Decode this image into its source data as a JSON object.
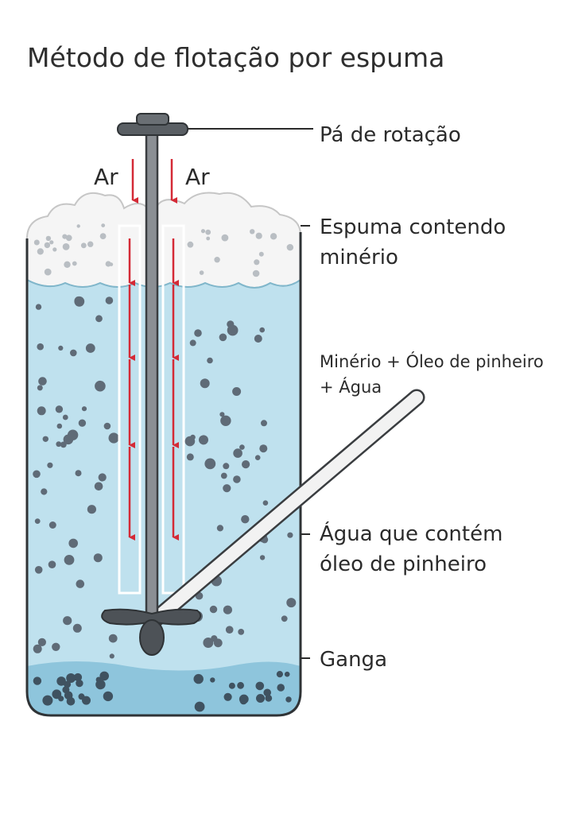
{
  "title": "Método de flotação por espuma",
  "air_labels": [
    "Ar",
    "Ar"
  ],
  "labels": {
    "paddle": "Pá de rotação",
    "froth": [
      "Espuma contendo",
      "minério"
    ],
    "feed": [
      "Minério + Óleo de pinheiro",
      "+ Água"
    ],
    "water": [
      "Água que contém",
      "óleo de pinheiro"
    ],
    "gangue": "Ganga"
  },
  "colors": {
    "water": "#bfe1ee",
    "sediment": "#8ec5dc",
    "froth": "#f5f5f5",
    "air_arrow": "#d42a36",
    "particle": "#5f6b77",
    "shaft": "#8b8f94",
    "outline": "#2f3336"
  }
}
